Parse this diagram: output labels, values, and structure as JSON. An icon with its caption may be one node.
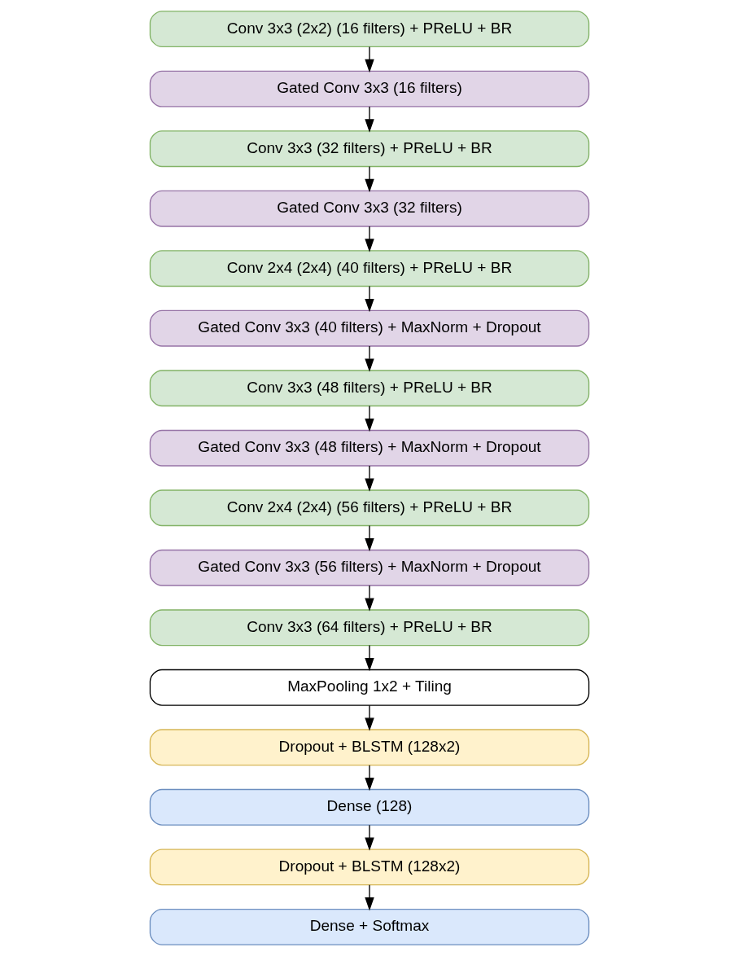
{
  "diagram": {
    "nodes": [
      {
        "text": [
          "Conv 3x3 (2x2) (16 filters) + PReLU + BR"
        ]
      },
      {
        "text": [
          "Gated Conv 3x3 (16 filters)"
        ]
      },
      {
        "text": [
          "Conv 3x3 (32 filters) + PReLU + BR"
        ]
      },
      {
        "text": [
          "Gated Conv 3x3 (32 filters)"
        ]
      },
      {
        "text": [
          "Conv 2x4 (2x4) (40 filters) + PReLU + BR"
        ]
      },
      {
        "text": [
          "Gated Conv 3x3 (40 filters) + MaxNorm + Dropout"
        ]
      },
      {
        "text": [
          "Conv 3x3 (48 filters) + PReLU + BR"
        ]
      },
      {
        "text": [
          "Gated Conv 3x3 (48 filters) + MaxNorm + Dropout"
        ]
      },
      {
        "text": [
          "Conv 2x4 (2x4) (56 filters) + PReLU + BR"
        ]
      },
      {
        "text": [
          "Gated Conv 3x3 (56 filters) + MaxNorm + Dropout"
        ]
      },
      {
        "text": [
          "Conv 3x3 (64 filters) + PReLU + BR"
        ]
      },
      {
        "text": [
          "MaxPooling 1x2 + Tiling"
        ]
      },
      {
        "text": [
          "Dropout + BLSTM (128x2)"
        ]
      },
      {
        "text": [
          "Dense (128)"
        ]
      },
      {
        "text": [
          "Dropout + BLSTM (128x2)"
        ]
      },
      {
        "text": [
          "Dense + Softmax"
        ]
      }
    ],
    "edges": [
      {
        "from": 0,
        "to": 1,
        "arrow": "to"
      },
      {
        "from": 1,
        "to": 2,
        "arrow": "to"
      },
      {
        "from": 2,
        "to": 3,
        "arrow": "to"
      },
      {
        "from": 3,
        "to": 4,
        "arrow": "to"
      },
      {
        "from": 4,
        "to": 5,
        "arrow": "to"
      },
      {
        "from": 5,
        "to": 6,
        "arrow": "to"
      },
      {
        "from": 6,
        "to": 7,
        "arrow": "to"
      },
      {
        "from": 7,
        "to": 8,
        "arrow": "to"
      },
      {
        "from": 8,
        "to": 9,
        "arrow": "to"
      },
      {
        "from": 9,
        "to": 10,
        "arrow": "to"
      },
      {
        "from": 10,
        "to": 11,
        "arrow": "to"
      },
      {
        "from": 11,
        "to": 12,
        "arrow": "to"
      },
      {
        "from": 12,
        "to": 13,
        "arrow": "to"
      },
      {
        "from": 13,
        "to": 14,
        "arrow": "to"
      },
      {
        "from": 14,
        "to": 15,
        "arrow": "to"
      }
    ]
  }
}
